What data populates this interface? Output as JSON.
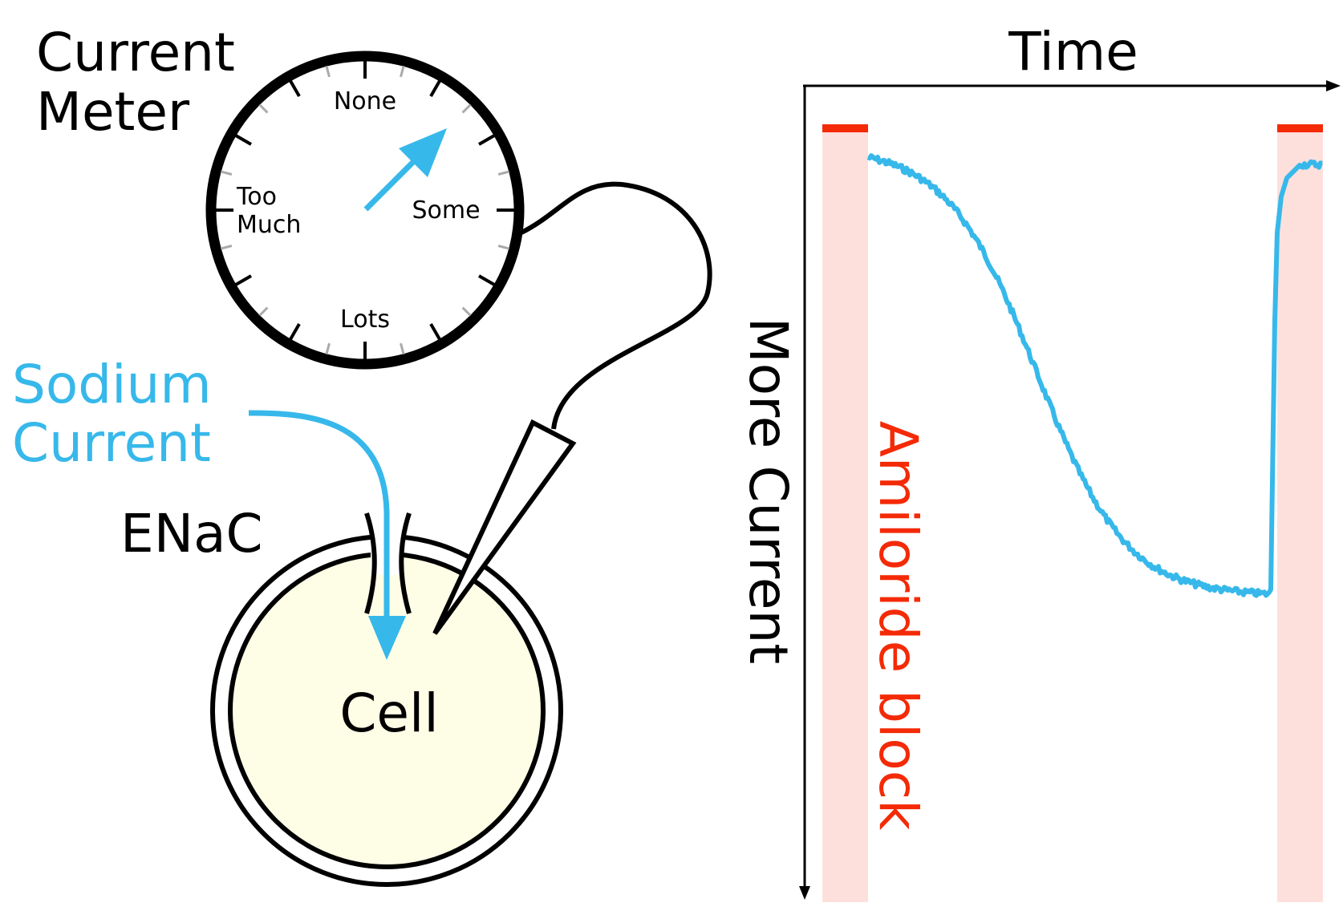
{
  "meter": {
    "title_line1": "Current",
    "title_line2": "Meter",
    "dial_none": "None",
    "dial_some": "Some",
    "dial_lots": "Lots",
    "dial_too_line1": "Too",
    "dial_too_line2": "Much"
  },
  "sodium": {
    "label_line1": "Sodium",
    "label_line2": "Current"
  },
  "channel_label": "ENaC",
  "cell_label": "Cell",
  "plot": {
    "x_label": "Time",
    "y_label": "More Current",
    "block_label": "Amiloride block"
  },
  "colors": {
    "sodium_blue": "#37b8ea",
    "block_red": "#f42a06",
    "block_shade": "#fde0dc",
    "cell_fill": "#fefde6",
    "ink": "#000000",
    "minor_tick": "#aaaaaa"
  },
  "icons": {
    "meter": "dial-gauge-icon",
    "needle": "needle-arrow-icon",
    "electrode": "pipette-electrode-icon"
  }
}
